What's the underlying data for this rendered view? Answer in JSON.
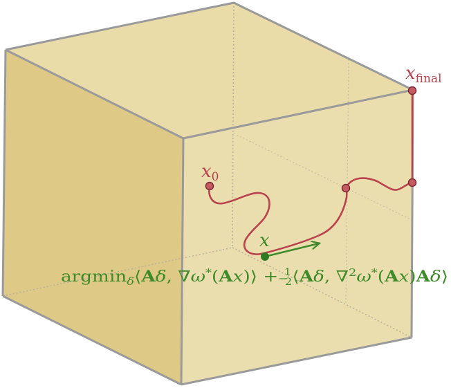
{
  "labels": {
    "start": "x",
    "start_sub": "0",
    "final": "x",
    "final_sub": "final",
    "current": "x"
  },
  "formula": {
    "argmin": "argmin",
    "sub": "δ",
    "part1_open": "⟨",
    "A1": "A",
    "delta1": "δ",
    "comma1": ", ∇",
    "omega1": "ω",
    "star1": "*",
    "paren_open1": "(",
    "A2": "A",
    "x1": "x",
    "paren_close1": ")⟩ + ",
    "half_num": "1",
    "half_den": "2",
    "part2_open": "⟨",
    "A3": "A",
    "delta2": "δ",
    "comma2": ", ∇",
    "sq": "2",
    "omega2": "ω",
    "star2": "*",
    "paren_open2": "(",
    "A4": "A",
    "x2": "x",
    "paren_close2": ")",
    "A5": "A",
    "delta3": "δ",
    "close": "⟩"
  },
  "colors": {
    "cube_fill": "#e6d79c",
    "cube_side": "#dcc680",
    "cube_edge": "#9a9a9a",
    "hidden_edge": "#c9c2a0",
    "path": "#b8434d",
    "marker_fill": "#c65a63",
    "marker_stroke": "#7a2a32",
    "arrow": "#3f8a2a",
    "formula": "#3f8a2a"
  }
}
